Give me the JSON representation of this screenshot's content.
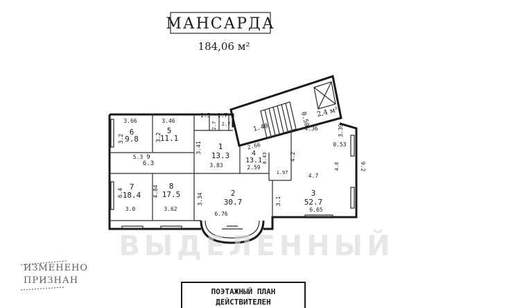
{
  "header": {
    "title": "МАНСАРДА",
    "total_area": "184,06 м²"
  },
  "stair_area": "2,4 м²",
  "rooms": [
    {
      "num": "1",
      "area": "13.3"
    },
    {
      "num": "2",
      "area": "30.7"
    },
    {
      "num": "3",
      "area": "52.7"
    },
    {
      "num": "4",
      "area": "13.1"
    },
    {
      "num": "5",
      "area": "11.1"
    },
    {
      "num": "6",
      "area": "9.8"
    },
    {
      "num": "7",
      "area": "18.4"
    },
    {
      "num": "8",
      "area": "17.5"
    },
    {
      "num": "9",
      "area": "6.3"
    }
  ],
  "dimensions": {
    "d366": "3.66",
    "d346": "3.46",
    "d15": "1.5",
    "d17": "1.7",
    "d27a": "2.7",
    "d27b": "2.7",
    "d32a": "3.2",
    "d32b": "3.2",
    "d53": "5.3",
    "d341": "3.41",
    "d383": "3.83",
    "d266": "2.66",
    "d259": "2.59",
    "d043": "0.43",
    "d197": "1.97",
    "d42": "4.2",
    "d436": "4.36",
    "d339": "3.39",
    "d053": "0.53",
    "d92": "9.2",
    "d64": "6.4",
    "d484": "4.84",
    "d30": "3.0",
    "d362": "3.62",
    "d334": "3.34",
    "d676": "6.76",
    "d31": "3.1",
    "d665": "6.65",
    "d47": "4.7",
    "d050": "0.50",
    "d140": "1.40",
    "d48": "4.8"
  },
  "stamp": {
    "line1": "ПОЭТАЖНЫЙ ПЛАН",
    "line2": "ДЕЙСТВИТЕЛЕН"
  },
  "side_stamp": {
    "line1": "ИЗМЕНЕНО",
    "line2": "ПРИЗНАН"
  },
  "watermark": "ВЫДЕЛЕННЫЙ",
  "colors": {
    "ink": "#1a1a1a",
    "paper": "#ffffff",
    "watermark": "#d8d8d8"
  }
}
